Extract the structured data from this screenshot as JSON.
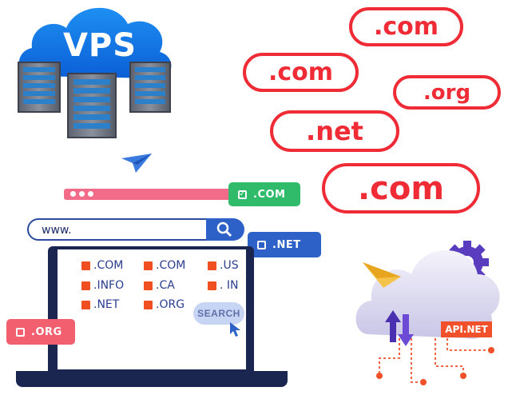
{
  "vps": {
    "label": "VPS"
  },
  "domain_pills": [
    ".com",
    ".com",
    ".org",
    ".net",
    ".com"
  ],
  "tags": {
    "com": ".COM",
    "net": ".NET",
    "org": ".ORG",
    "api": "API.NET"
  },
  "search": {
    "url_text": "www.",
    "button_label": "SEARCH"
  },
  "domain_list": [
    ".COM",
    ".COM",
    ".US",
    ".INFO",
    ".CA",
    ". IN",
    ".NET",
    ".ORG"
  ],
  "colors": {
    "red": "#ef2b36",
    "green": "#2fbb6a",
    "blue": "#2e61c8",
    "pink": "#f25f6e",
    "navy": "#1c2d6b",
    "orange": "#f04f21"
  }
}
